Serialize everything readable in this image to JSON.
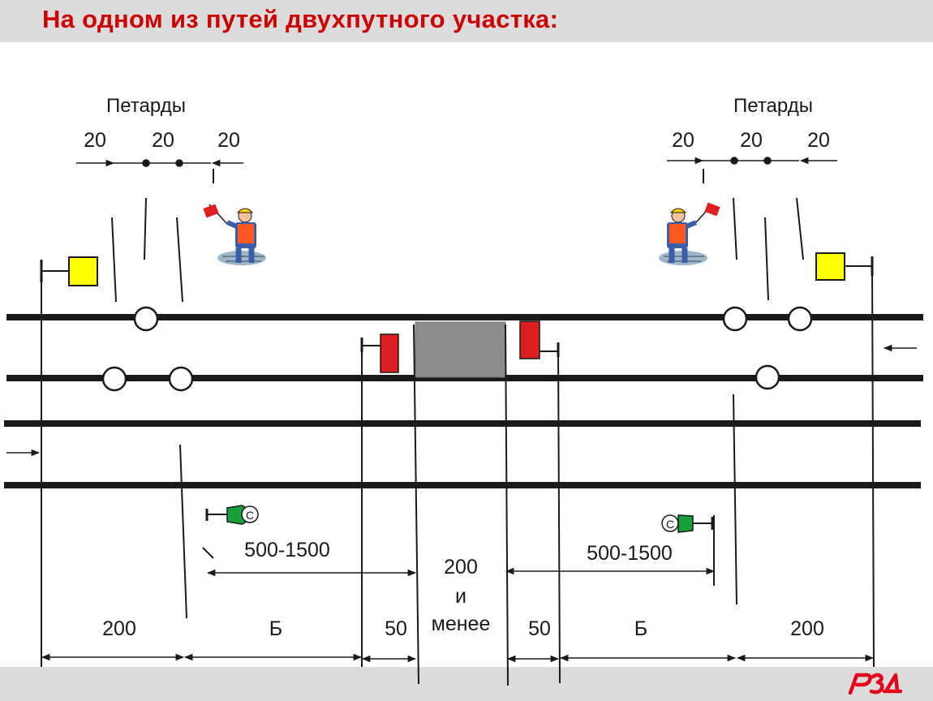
{
  "slide": {
    "title": "На одном из путей двухпутного участка:"
  },
  "petards": {
    "left": {
      "label": "Петарды",
      "spacings": [
        "20",
        "20",
        "20"
      ]
    },
    "right": {
      "label": "Петарды",
      "spacings": [
        "20",
        "20",
        "20"
      ]
    }
  },
  "distances": {
    "left_signal_range": "500-1500",
    "right_signal_range": "500-1500",
    "center_gap": [
      "200",
      "и",
      "менее"
    ],
    "bottom": [
      "200",
      "Б",
      "50",
      "50",
      "Б",
      "200"
    ]
  },
  "colors": {
    "title": "#cc0000",
    "signal_yellow": "#ffff00",
    "stop_signal_red": "#dd1f1f",
    "hand_signal_green": "#17a03a",
    "obstacle_gray": "#8c8c8c",
    "rail": "#1a1a1a",
    "logo": "#e2001a"
  },
  "logo": {
    "name": "rzd-logo"
  }
}
